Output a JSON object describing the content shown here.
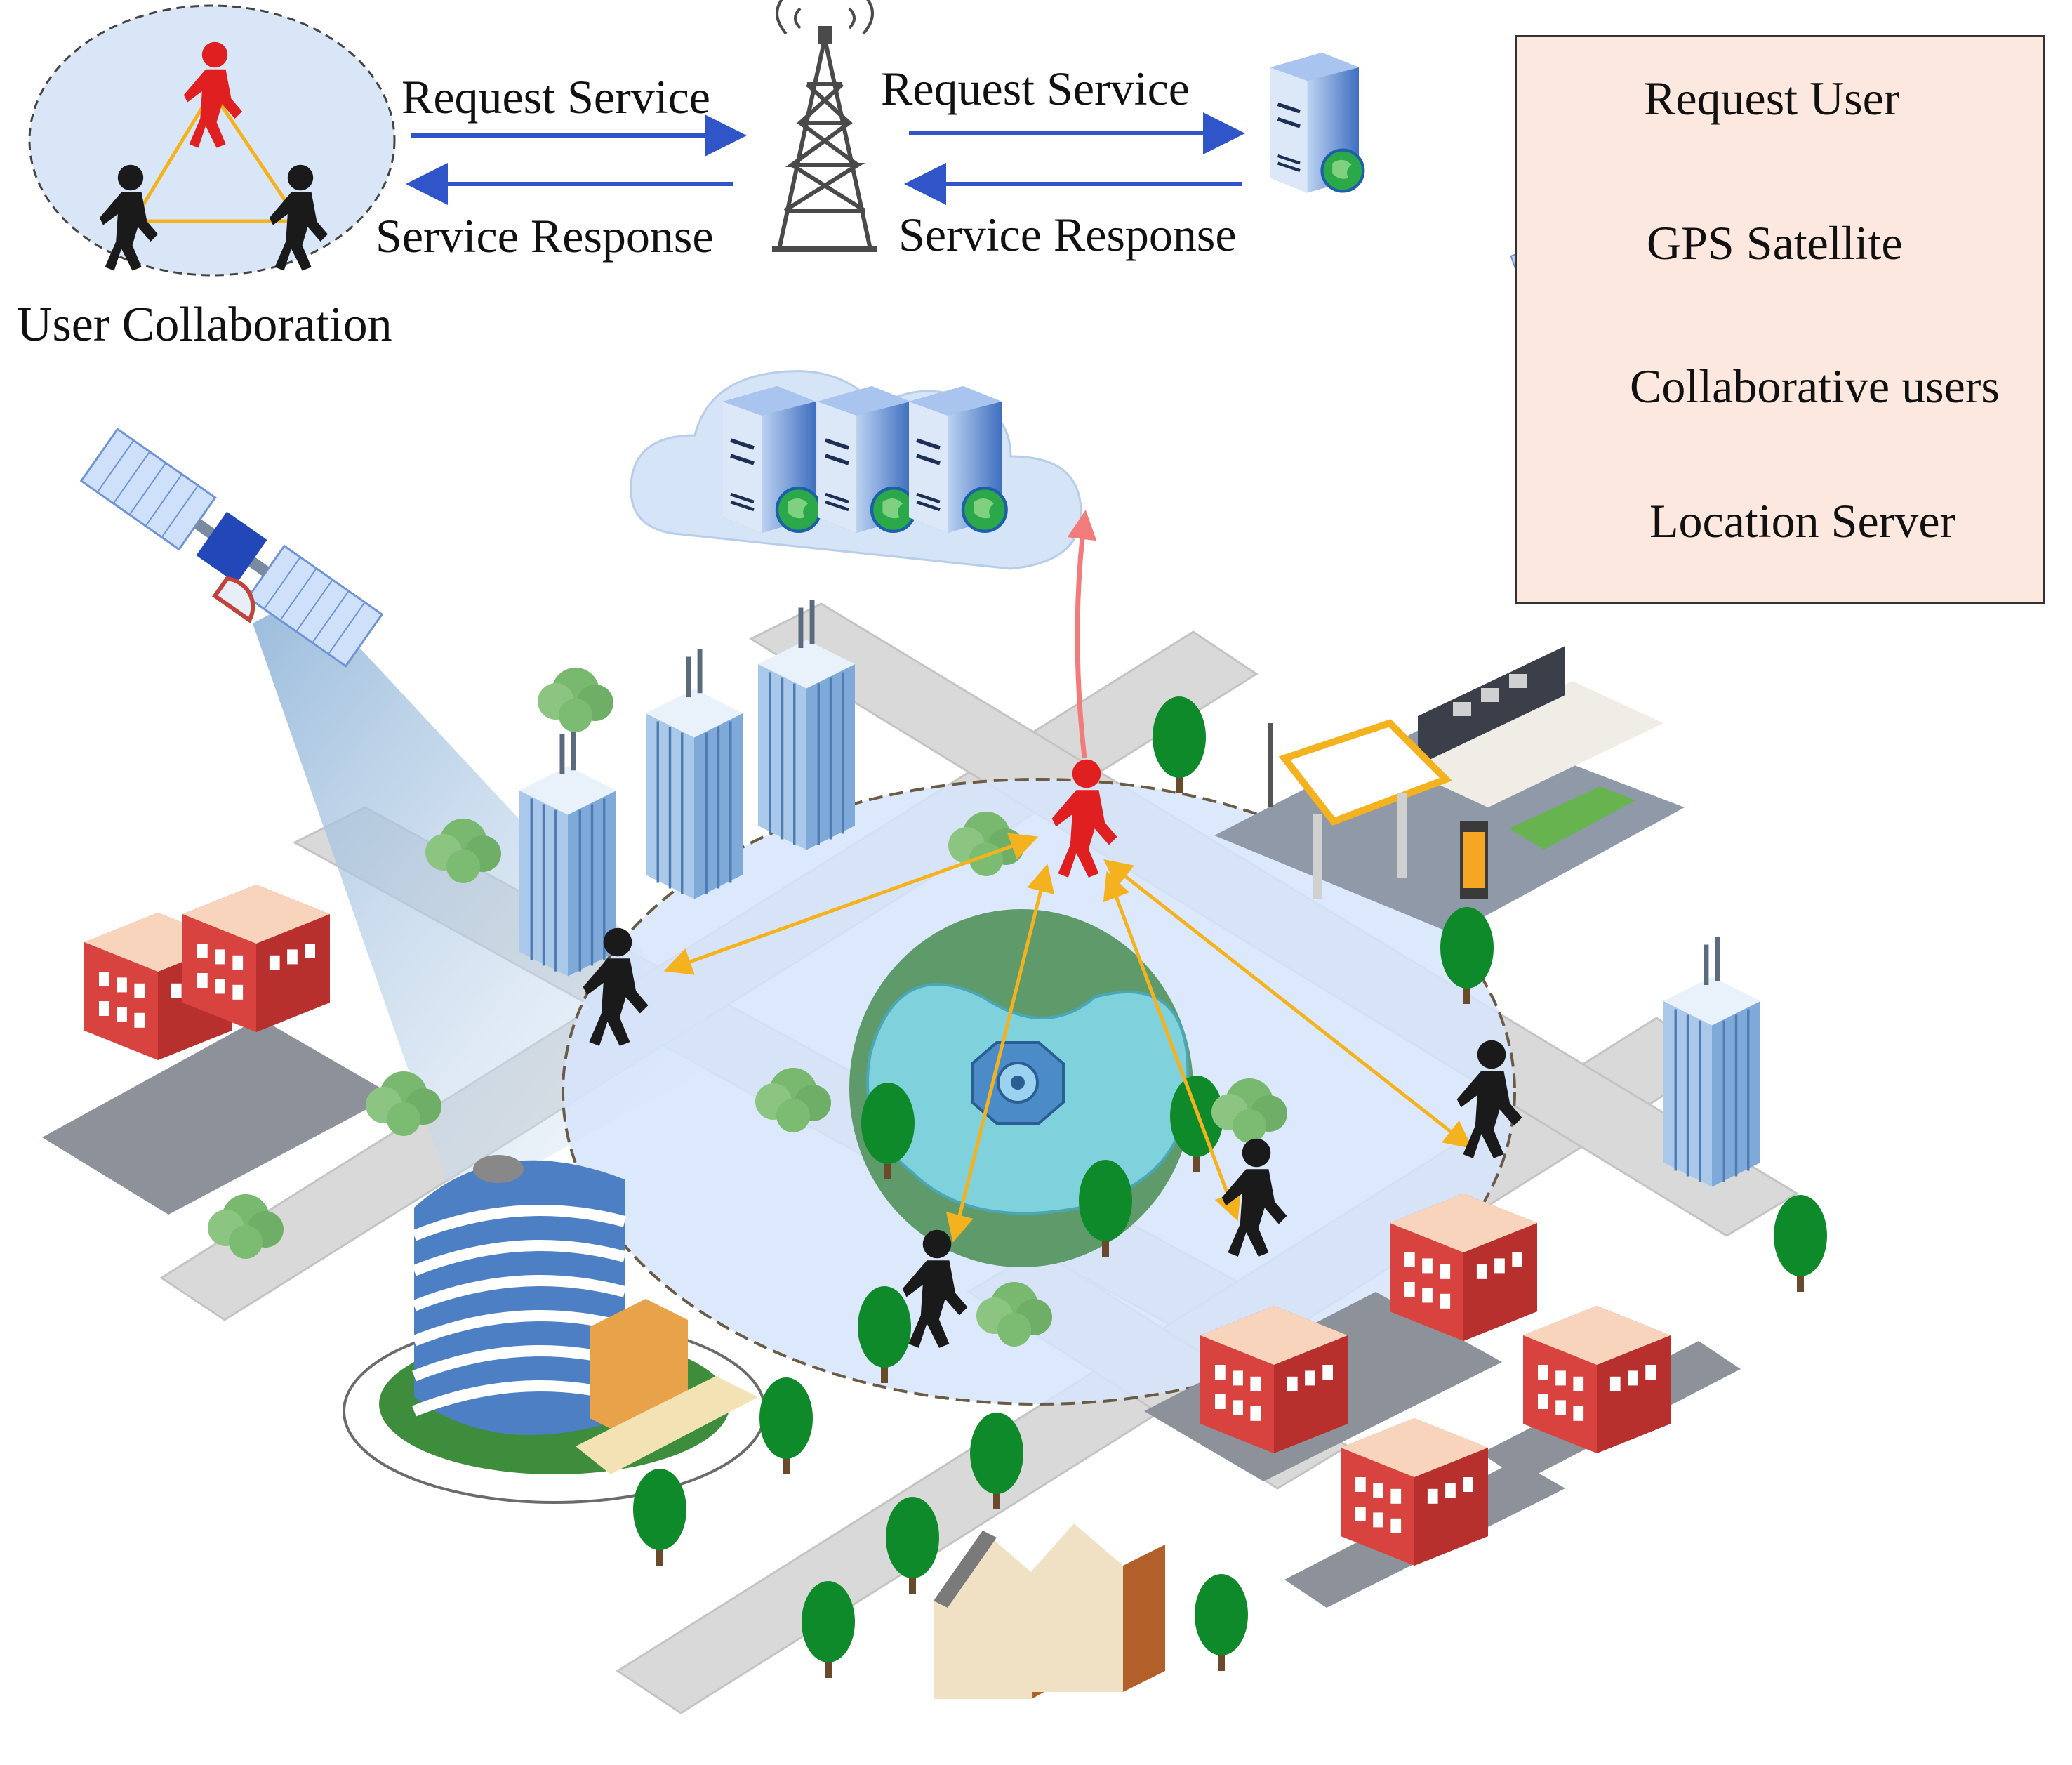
{
  "top_flow": {
    "cluster_label": "User Collaboration",
    "left_request": "Request Service",
    "left_response": "Service Response",
    "right_request": "Request Service",
    "right_response": "Service Response"
  },
  "legend": {
    "items": [
      {
        "icon": "request-user-icon",
        "label": "Request User"
      },
      {
        "icon": "gps-satellite-icon",
        "label": "GPS Satellite"
      },
      {
        "icon": "collaborative-user-icon",
        "label": "Collaborative users"
      },
      {
        "icon": "location-server-icon",
        "label": "Location Server"
      }
    ]
  },
  "colors": {
    "request_user": "#e02020",
    "collaborative_user": "#1a1a1a",
    "arrow_blue": "#2f55c8",
    "collab_arrow": "#f5b21f",
    "cloud_arrow": "#f27b7b",
    "area_fill": "#d6e4fb",
    "road": "#d9d9d9",
    "tree": "#0f8a2a",
    "legend_bg": "#fce8de"
  }
}
